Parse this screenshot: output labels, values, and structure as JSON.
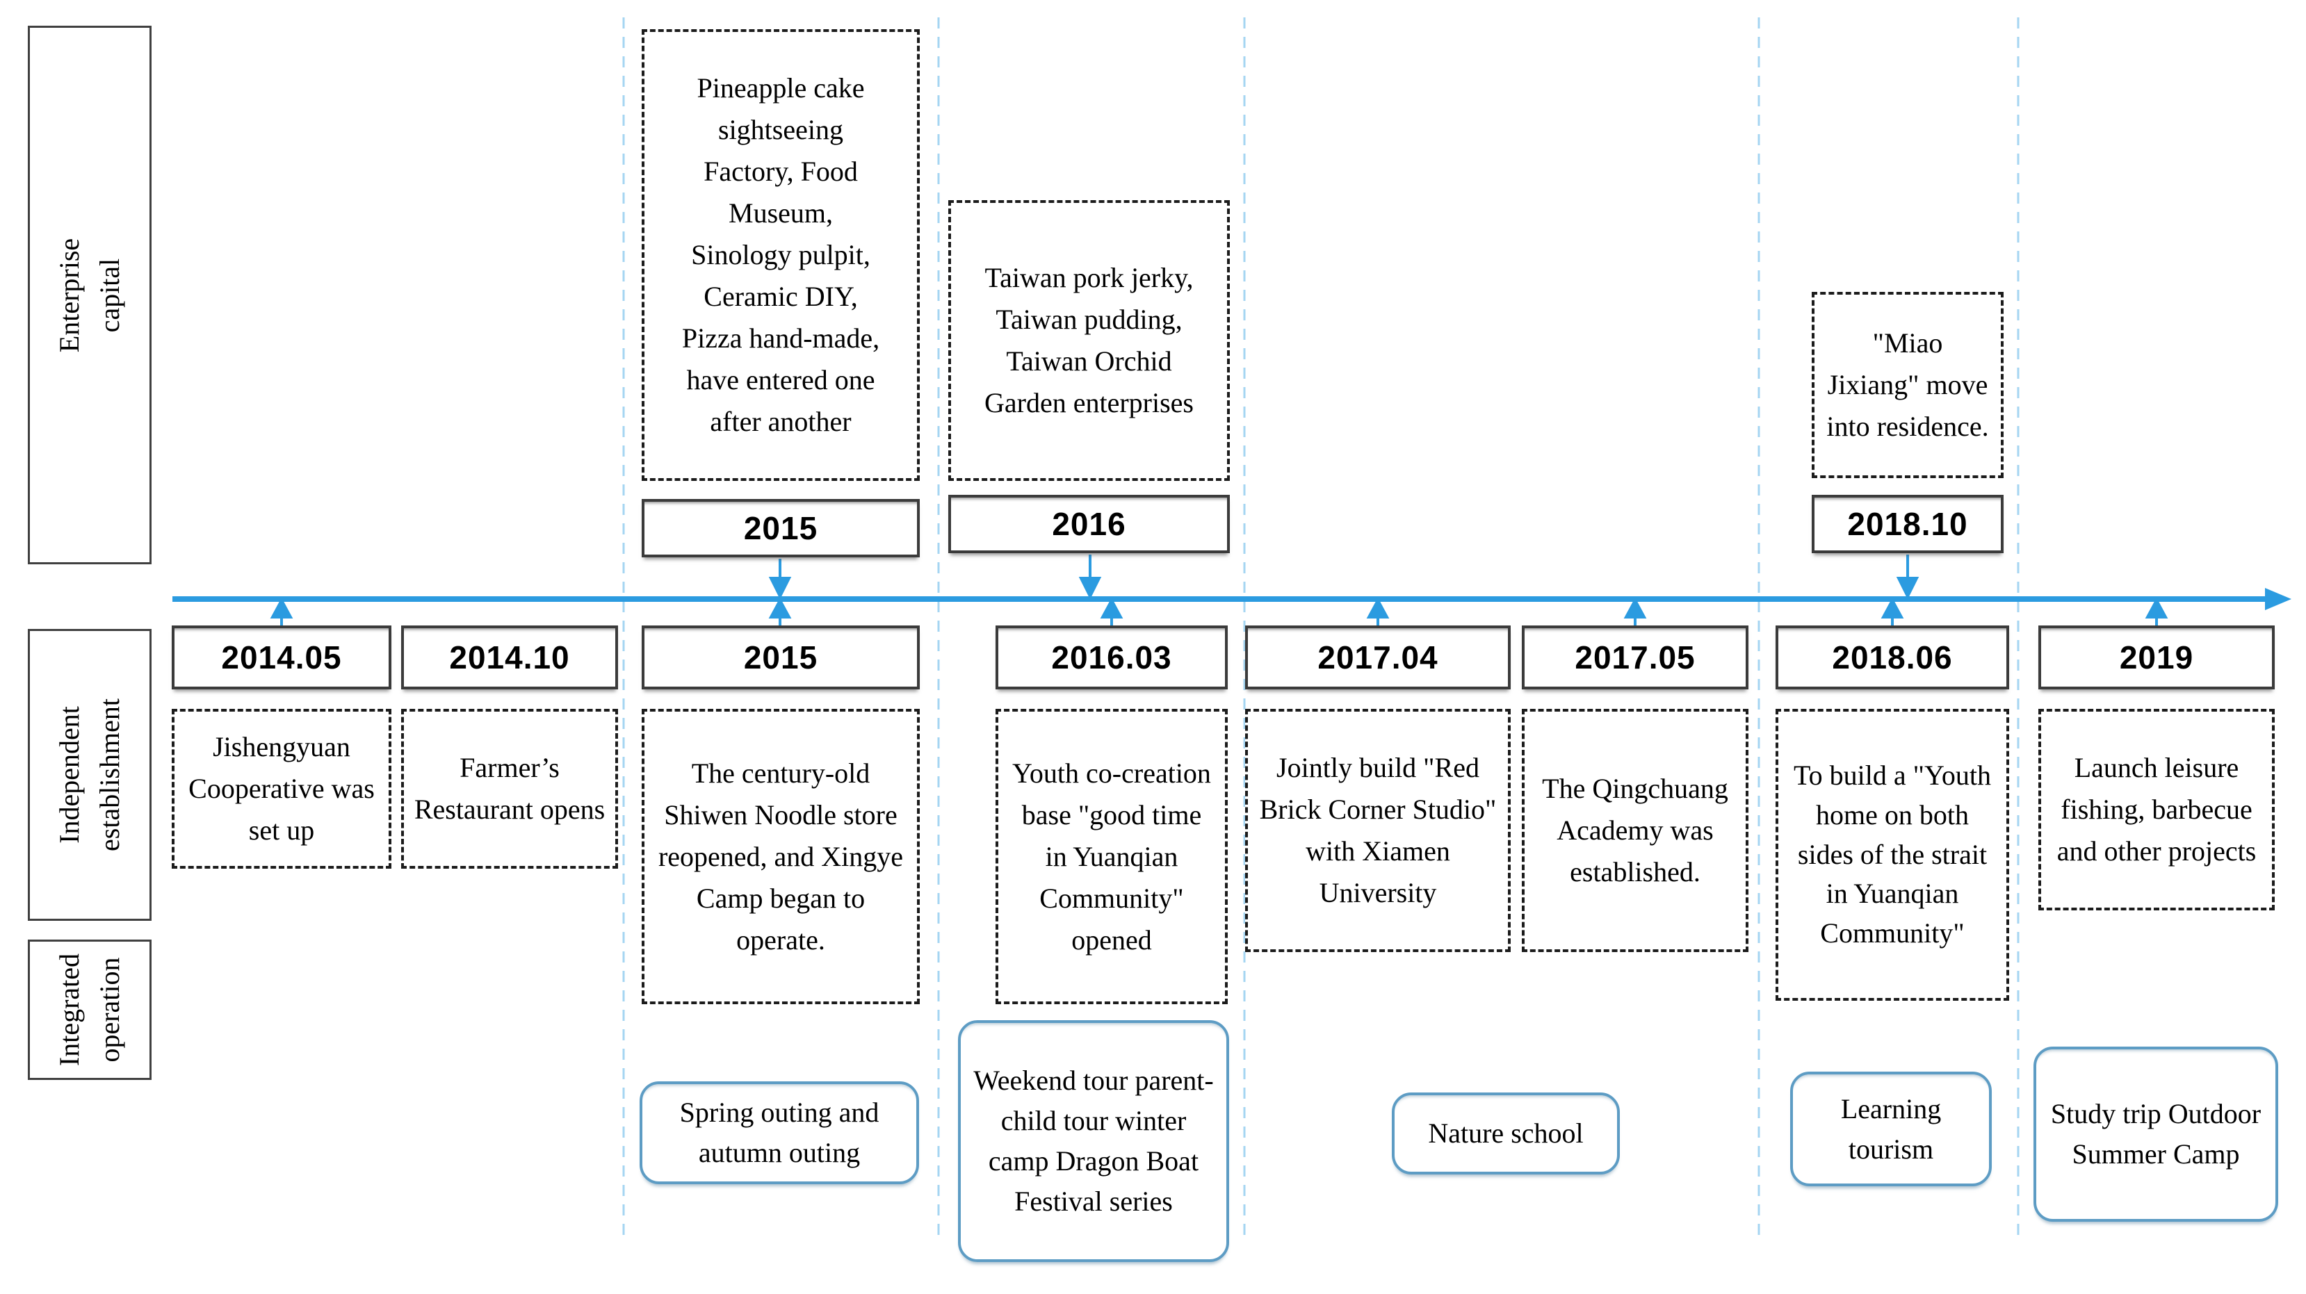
{
  "palette": {
    "timeline_blue": "#2b9be0",
    "divider_blue": "#a5d5f2",
    "rounded_box_border": "#5d9cc4",
    "date_box_border": "#3b3b3b",
    "dashed_box_border": "#1c1c1c",
    "text": "#000000"
  },
  "lanes": [
    {
      "label": "Enterprise capital"
    },
    {
      "label": "Independent establishment"
    },
    {
      "label": "Integrated operation"
    }
  ],
  "top_events": [
    {
      "date": "2015",
      "description": "Pineapple cake sightseeing Factory, Food Museum, Sinology pulpit, Ceramic DIY, Pizza hand-made, have entered one after another"
    },
    {
      "date": "2016",
      "description": "Taiwan pork jerky, Taiwan pudding, Taiwan Orchid Garden enterprises"
    },
    {
      "date": "2018.10",
      "description": "\"Miao Jixiang\" move into residence."
    }
  ],
  "timeline_events": [
    {
      "date": "2014.05",
      "description": "Jishengyuan Cooperative was set up"
    },
    {
      "date": "2014.10",
      "description": "Farmer’s Restaurant opens"
    },
    {
      "date": "2015",
      "description": "The century-old Shiwen Noodle store reopened, and Xingye Camp began to operate."
    },
    {
      "date": "2016.03",
      "description": "Youth co-creation base \"good time in Yuanqian Community\" opened"
    },
    {
      "date": "2017.04",
      "description": "Jointly build \"Red Brick Corner Studio\" with Xiamen University"
    },
    {
      "date": "2017.05",
      "description": "The Qingchuang Academy was established."
    },
    {
      "date": "2018.06",
      "description": "To build a \"Youth home on both sides of the strait in Yuanqian Community\""
    },
    {
      "date": "2019",
      "description": "Launch leisure fishing, barbecue and other projects"
    }
  ],
  "operations": [
    {
      "label": "Spring outing and autumn outing"
    },
    {
      "label": "Weekend tour parent-child tour winter camp Dragon Boat Festival series"
    },
    {
      "label": "Nature school"
    },
    {
      "label": "Learning tourism"
    },
    {
      "label": "Study trip Outdoor Summer Camp"
    }
  ]
}
